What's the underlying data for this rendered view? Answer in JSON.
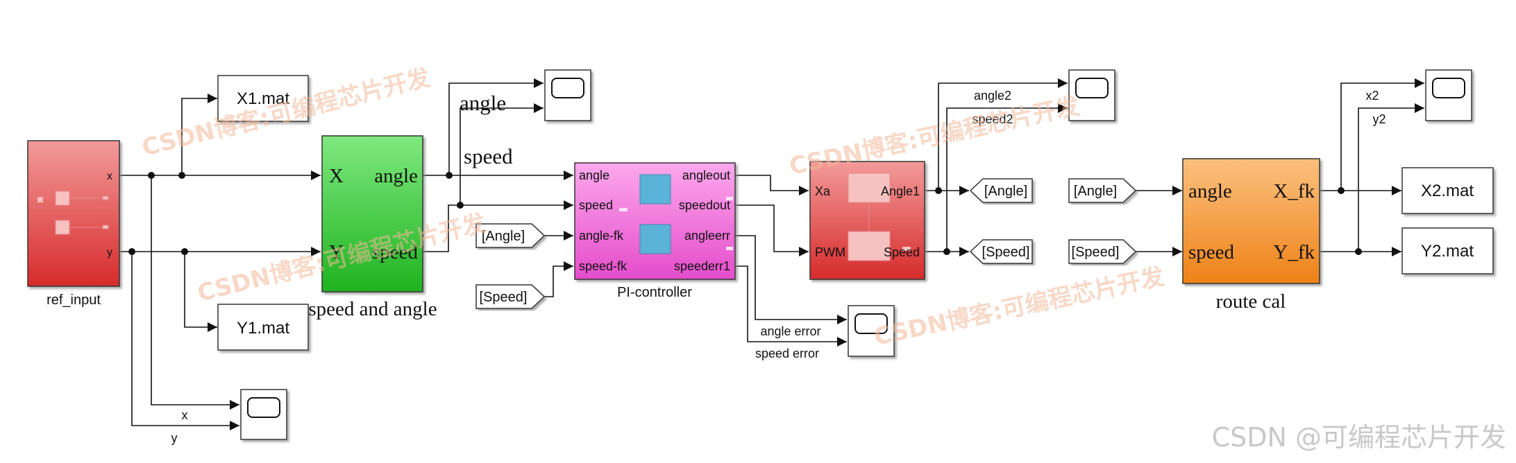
{
  "blocks": {
    "ref_input": {
      "label": "ref_input",
      "ports_out": [
        "x",
        "y"
      ]
    },
    "to_x1": {
      "label": "X1.mat"
    },
    "to_y1": {
      "label": "Y1.mat"
    },
    "speed_angle": {
      "in_x": "X",
      "in_y": "Y",
      "out_angle": "angle",
      "out_speed": "speed",
      "label": "speed and angle"
    },
    "pi_controller": {
      "label": "PI-controller",
      "in_ports": [
        "angle",
        "speed",
        "angle-fk",
        "speed-fk"
      ],
      "out_ports": [
        "angleout",
        "speedout",
        "angleerr",
        "speederr1"
      ]
    },
    "motor": {
      "in_ports": [
        "Xa",
        "PWM"
      ],
      "out_ports": [
        "Angle1",
        "Speed"
      ]
    },
    "route_cal": {
      "label": "route cal",
      "in_ports": [
        "angle",
        "speed"
      ],
      "out_ports": [
        "X_fk",
        "Y_fk"
      ]
    },
    "to_x2": {
      "label": "X2.mat"
    },
    "to_y2": {
      "label": "Y2.mat"
    }
  },
  "goto_tags": [
    "[Angle]",
    "[Speed]"
  ],
  "from_tags": [
    "[Angle]",
    "[Speed]"
  ],
  "signal_labels": {
    "scope1_x": "x",
    "scope1_y": "y",
    "scope2_angle": "angle",
    "scope2_speed": "speed",
    "err_angle": "angle error",
    "err_speed": "speed error",
    "scope4_angle2": "angle2",
    "scope4_speed2": "speed2",
    "scope5_x2": "x2",
    "scope5_y2": "y2"
  },
  "watermarks": {
    "diagonal": "CSDN博客:可编程芯片开发",
    "footer": "CSDN @可编程芯片开发"
  },
  "colors": {
    "ref_input": "#e23c3c",
    "speed_angle": "#2fc22f",
    "pi_controller": "#f25fd6",
    "motor": "#e23c3c",
    "route_cal": "#f08a22",
    "watermark": "#f3b899",
    "footer": "#c8c8c8"
  }
}
